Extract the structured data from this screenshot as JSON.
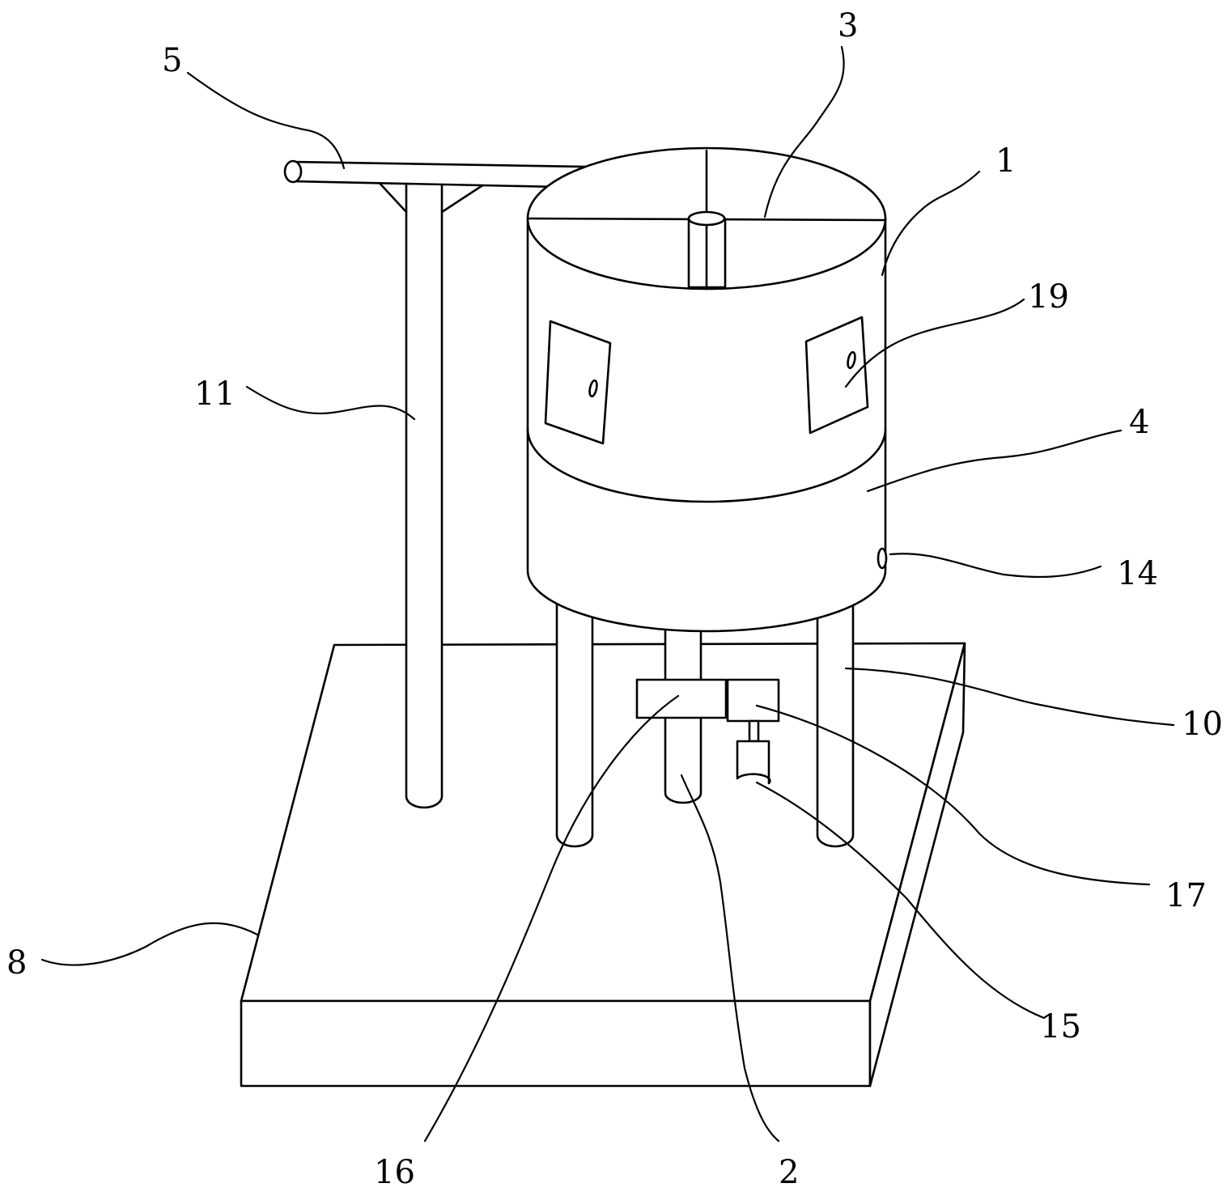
{
  "labels": {
    "l1": "1",
    "l2": "2",
    "l3": "3",
    "l4": "4",
    "l5": "5",
    "l8": "8",
    "l10": "10",
    "l11": "11",
    "l14": "14",
    "l15": "15",
    "l16": "16",
    "l17": "17",
    "l19": "19"
  }
}
